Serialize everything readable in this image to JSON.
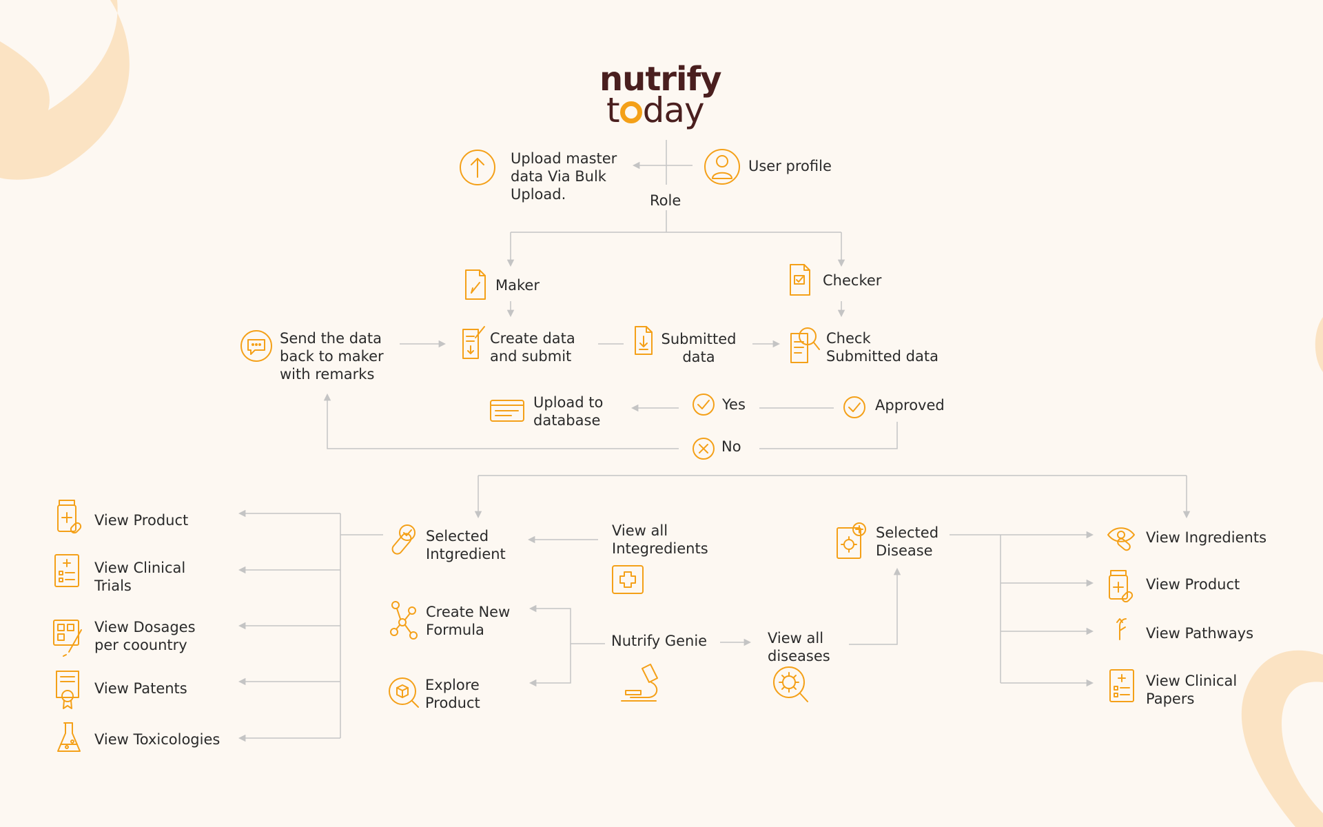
{
  "brand": {
    "line1": "nutrify",
    "line2_pre": "t",
    "line2_post": "day"
  },
  "colors": {
    "accent": "#f4a018",
    "connector": "#c4c4c4",
    "text": "#2a2a2a",
    "brand": "#4a1f1f",
    "background": "#fdf8f2",
    "decoration": "#fbe3c3"
  },
  "top": {
    "upload_master": "Upload master\ndata Via Bulk\nUpload.",
    "user_profile": "User profile",
    "role": "Role"
  },
  "review": {
    "maker": "Maker",
    "checker": "Checker",
    "create_submit": "Create data\nand submit",
    "submitted_data": "Submitted\ndata",
    "check_submitted": "Check\nSubmitted data",
    "send_back": "Send the data\nback to maker\nwith remarks",
    "upload_db": "Upload to\ndatabase",
    "yes": "Yes",
    "no": "No",
    "approved": "Approved"
  },
  "left_outputs": [
    "View Product",
    "View Clinical\nTrials",
    "View Dosages\nper coountry",
    "View Patents",
    "View Toxicologies"
  ],
  "center": {
    "selected_ingredient": "Selected\nIntgredient",
    "view_all_ingredients": "View all\nIntegredients",
    "create_formula": "Create New\nFormula",
    "explore_product": "Explore\nProduct",
    "nutrify_genie": "Nutrify Genie",
    "view_all_diseases": "View all\ndiseases",
    "selected_disease": "Selected\nDisease"
  },
  "right_outputs": [
    "View Ingredients",
    "View Product",
    "View Pathways",
    "View Clinical\nPapers"
  ]
}
